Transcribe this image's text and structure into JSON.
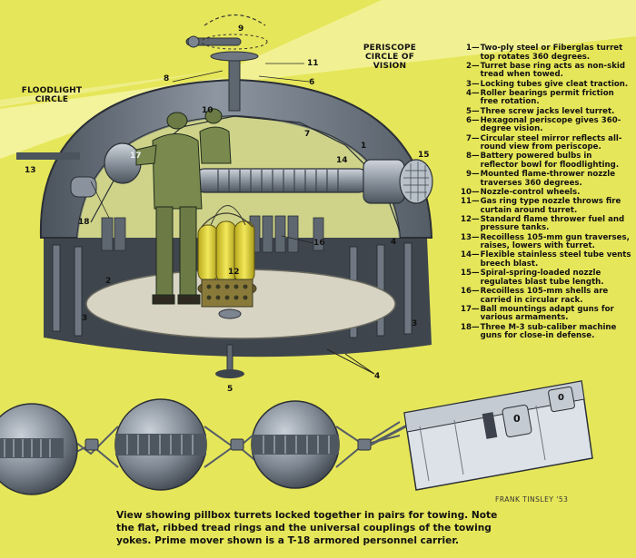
{
  "labels": {
    "floodlight": "FLOODLIGHT CIRCLE",
    "periscope": "PERISCOPE CIRCLE OF VISION"
  },
  "legend": [
    {
      "num": "1",
      "text": "Two-ply steel or Fiberglas turret top rotates 360 degrees."
    },
    {
      "num": "2",
      "text": "Turret base ring acts as non-skid tread when towed."
    },
    {
      "num": "3",
      "text": "Locking tubes give cleat traction."
    },
    {
      "num": "4",
      "text": "Roller bearings permit friction free rotation."
    },
    {
      "num": "5",
      "text": "Three screw jacks level turret."
    },
    {
      "num": "6",
      "text": "Hexagonal periscope gives 360-degree vision."
    },
    {
      "num": "7",
      "text": "Circular steel mirror reflects all-round view from periscope."
    },
    {
      "num": "8",
      "text": "Battery powered bulbs in reflector bowl for floodlighting."
    },
    {
      "num": "9",
      "text": "Mounted flame-thrower nozzle traverses 360 degrees."
    },
    {
      "num": "10",
      "text": "Nozzle-control wheels."
    },
    {
      "num": "11",
      "text": "Gas ring type nozzle throws fire curtain around turret."
    },
    {
      "num": "12",
      "text": "Standard flame thrower fuel and pressure tanks."
    },
    {
      "num": "13",
      "text": "Recoilless 105-mm gun traverses, raises, lowers with turret."
    },
    {
      "num": "14",
      "text": "Flexible stainless steel tube vents breech blast."
    },
    {
      "num": "15",
      "text": "Spiral-spring-loaded nozzle regulates blast tube length."
    },
    {
      "num": "16",
      "text": "Recoilless 105-mm shells are carried in circular rack."
    },
    {
      "num": "17",
      "text": "Ball mountings adapt guns for various armaments."
    },
    {
      "num": "18",
      "text": "Three M-3 sub-caliber machine guns for close-in defense."
    }
  ],
  "callouts": {
    "c1": "1",
    "c2": "2",
    "c3": "3",
    "c3b": "3",
    "c4a": "4",
    "c4b": "4",
    "c5": "5",
    "c6": "6",
    "c7": "7",
    "c8": "8",
    "c9": "9",
    "c10": "10",
    "c11": "11",
    "c12": "12",
    "c13": "13",
    "c14": "14",
    "c15": "15",
    "c16": "16",
    "c17": "17",
    "c18": "18"
  },
  "caption": "View showing pillbox turrets locked together in pairs for towing. Note the flat, ribbed tread rings and the universal couplings of the towing yokes. Prime mover shown is a T-18 armored personnel carrier.",
  "signature": "FRANK TINSLEY '53",
  "vehicle_badges": [
    "0",
    "0"
  ],
  "colors": {
    "background": "#e6e65a",
    "light_cone": "#f4f4a8",
    "steel": "#7d8590",
    "steel_dark": "#3c434c",
    "vehicle": "#dde2e8"
  }
}
